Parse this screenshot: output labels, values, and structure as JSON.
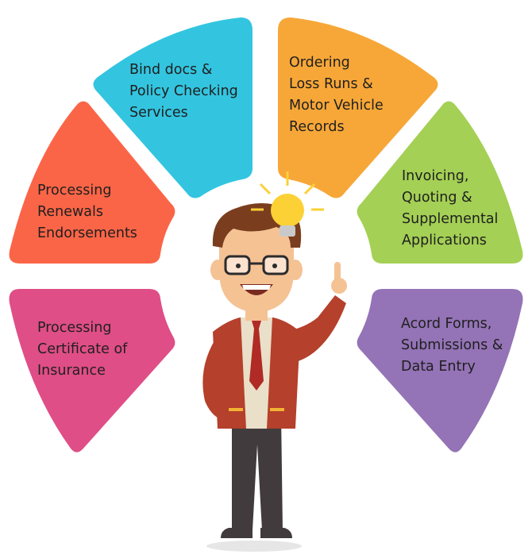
{
  "segments": [
    {
      "id": "bind-docs",
      "lines": [
        "Bind docs &",
        "Policy Checking",
        "Services"
      ],
      "color": "#33c5e0"
    },
    {
      "id": "loss-runs",
      "lines": [
        "Ordering",
        "Loss Runs &",
        "Motor Vehicle",
        "Records"
      ],
      "color": "#f7a738"
    },
    {
      "id": "renewals",
      "lines": [
        "Processing",
        "Renewals",
        "Endorsements"
      ],
      "color": "#fb6547"
    },
    {
      "id": "invoicing",
      "lines": [
        "Invoicing,",
        "Quoting &",
        "Supplemental",
        "Applications"
      ],
      "color": "#a4d055"
    },
    {
      "id": "certificate",
      "lines": [
        "Processing",
        "Certificate of",
        "Insurance"
      ],
      "color": "#df4e86"
    },
    {
      "id": "acord",
      "lines": [
        "Acord Forms,",
        "Submissions &",
        "Data Entry"
      ],
      "color": "#9473b6"
    }
  ],
  "character": {
    "skin": "#f5c294",
    "hair": "#7a3e1e",
    "jacket": "#b5402b",
    "shirt": "#eadfc9",
    "tie": "#b02b25",
    "pants": "#413b3d",
    "bulb": "#fbd135"
  }
}
